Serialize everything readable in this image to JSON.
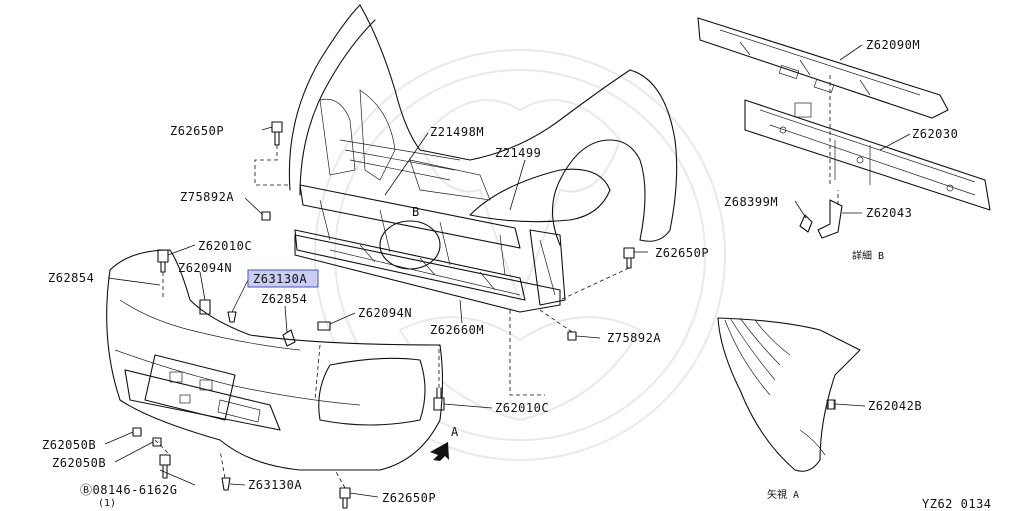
{
  "labels": {
    "z62650p_top": "Z62650P",
    "z21498m": "Z21498M",
    "z21499": "Z21499",
    "z75892a_left": "Z75892A",
    "b_marker": "B",
    "z62010c_top": "Z62010C",
    "z62854_left": "Z62854",
    "z62094n_left": "Z62094N",
    "z63130a_highlight": "Z63130A",
    "z62854_center": "Z62854",
    "z62094n_center": "Z62094N",
    "z62660m": "Z62660M",
    "z62650p_right": "Z62650P",
    "z75892a_right": "Z75892A",
    "z62010c_bottom": "Z62010C",
    "view_a_arrow": "A",
    "z62050b_upper": "Z62050B",
    "z62050b_lower": "Z62050B",
    "bolt_code": "Ⓑ08146-6162G",
    "bolt_qty": "(1)",
    "z63130a_bottom": "Z63130A",
    "z62650p_bottom": "Z62650P",
    "z62090m": "Z62090M",
    "z62030": "Z62030",
    "z68399m": "Z68399M",
    "z62043": "Z62043",
    "detail_b": "詳細  B",
    "z62042b": "Z62042B",
    "view_a": "矢視  A",
    "figure_code": "YZ62  0134"
  },
  "highlight_color": "#c9cdf2"
}
